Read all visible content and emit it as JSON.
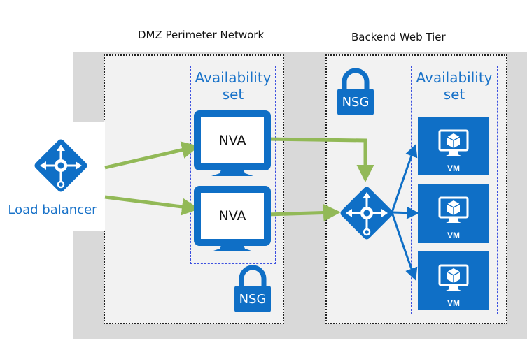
{
  "titles": {
    "dmz": "DMZ Perimeter Network",
    "backend": "Backend Web Tier"
  },
  "availability_set": {
    "line1": "Availability",
    "line2": "set"
  },
  "load_balancer": {
    "label": "Load balancer"
  },
  "nva": {
    "label": "NVA"
  },
  "nsg": {
    "label": "NSG"
  },
  "vm": {
    "label": "VM"
  },
  "colors": {
    "azure_blue": "#0f6fc6",
    "arrow_green": "#92b957",
    "tier_gray": "#d9d9d9",
    "tier_fill": "#f2f2f2",
    "label_blue": "#1a73c9"
  }
}
